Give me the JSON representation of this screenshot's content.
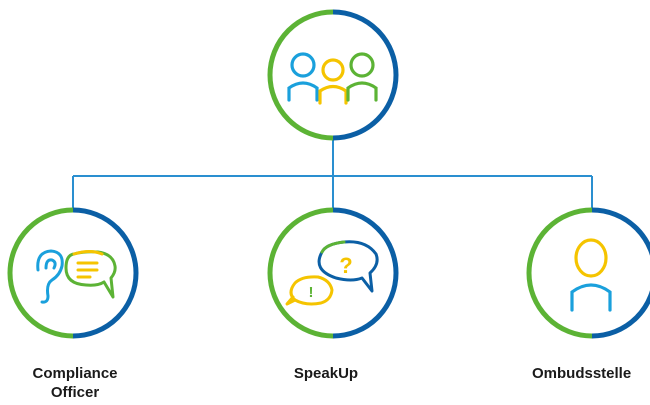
{
  "colors": {
    "green": "#5cb335",
    "blue": "#0b5fa5",
    "light_blue": "#1aa0dc",
    "yellow": "#f5c400",
    "connector": "#2a8fd0"
  },
  "nodes": [
    {
      "id": "group",
      "icon": "people-group-icon",
      "label": ""
    },
    {
      "id": "compliance",
      "icon": "ear-speech-bubble-icon",
      "label": "Compliance Officer"
    },
    {
      "id": "speakup",
      "icon": "question-exclamation-bubbles-icon",
      "label": "SpeakUp"
    },
    {
      "id": "ombud",
      "icon": "person-icon",
      "label": "Ombudsstelle"
    }
  ]
}
